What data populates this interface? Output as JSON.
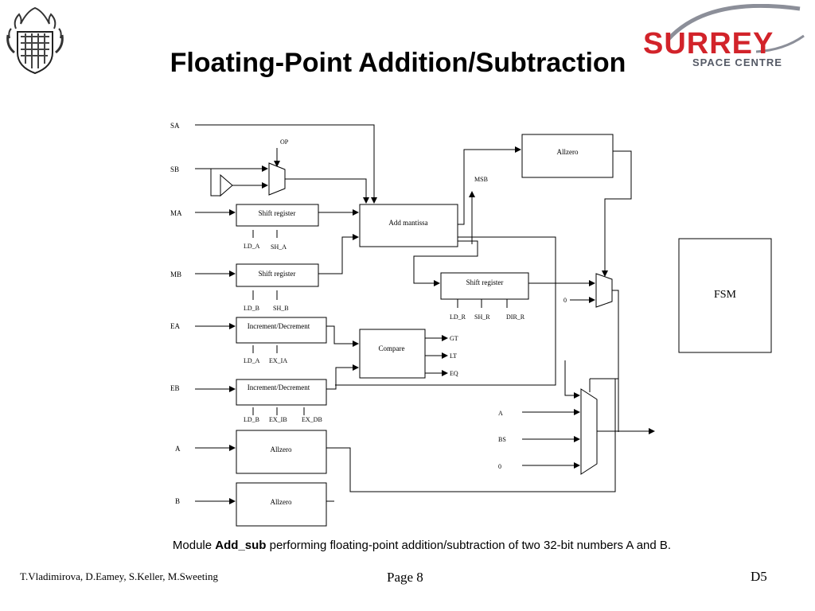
{
  "slide": {
    "title": "Floating-Point Addition/Subtraction",
    "logo": {
      "line1": "SURREY",
      "line2": "SPACE CENTRE",
      "color": "#d2232a",
      "swoosh_color": "#8c8f99"
    },
    "caption": {
      "prefix": "Module ",
      "module": "Add_sub",
      "suffix": " performing floating-point addition/subtraction of two 32-bit numbers A and B."
    },
    "footer": {
      "authors": "T.Vladimirova, D.Eamey, S.Keller, M.Sweeting",
      "page": "Page 8",
      "code": "D5"
    }
  },
  "diagram": {
    "inputs": {
      "sa": "SA",
      "sb": "SB",
      "ma": "MA",
      "mb": "MB",
      "ea": "EA",
      "eb": "EB",
      "a": "A",
      "b": "B"
    },
    "op": "OP",
    "msb": "MSB",
    "blocks": {
      "shift_a": "Shift register",
      "shift_b": "Shift register",
      "shift_r": "Shift register",
      "add_mantissa": "Add mantissa",
      "allzero_top": "Allzero",
      "compare": "Compare",
      "incdec_a": "Increment/Decrement",
      "incdec_b": "Increment/Decrement",
      "allzero_a": "Allzero",
      "allzero_b": "Allzero",
      "fsm": "FSM"
    },
    "controls": {
      "ld_a1": "LD_A",
      "sh_a": "SH_A",
      "ld_b1": "LD_B",
      "sh_b": "SH_B",
      "ld_a2": "LD_A",
      "ex_ia": "EX_IA",
      "ld_b2": "LD_B",
      "ex_ib": "EX_IB",
      "ex_db": "EX_DB",
      "ld_r": "LD_R",
      "sh_r": "SH_R",
      "dir_r": "DIR_R"
    },
    "compare_outputs": {
      "gt": "GT",
      "lt": "LT",
      "eq": "EQ"
    },
    "mux_sign_zero": "0",
    "mux_out": {
      "a": "A",
      "bs": "BS",
      "zero": "0"
    }
  }
}
